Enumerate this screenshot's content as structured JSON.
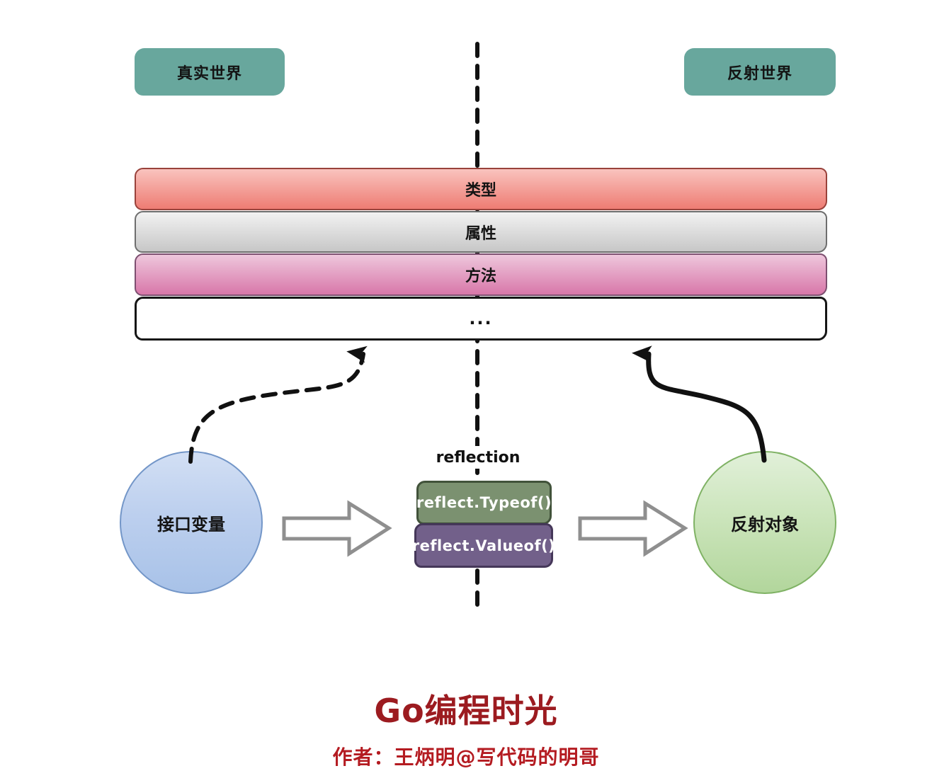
{
  "badges": {
    "left": {
      "label": "真实世界",
      "bg": "#68a79d"
    },
    "right": {
      "label": "反射世界",
      "bg": "#68a79d"
    }
  },
  "layers": [
    {
      "label": "类型",
      "color_top": "#f9c3be",
      "color_bottom": "#ee7c73",
      "border": "#99423b"
    },
    {
      "label": "属性",
      "color_top": "#f2f2f2",
      "color_bottom": "#c7c7c7",
      "border": "#6e6e6e"
    },
    {
      "label": "方法",
      "color_top": "#eec7dc",
      "color_bottom": "#d877a9",
      "border": "#7d4f70"
    },
    {
      "label": "...",
      "color_top": "#ffffff",
      "color_bottom": "#ffffff",
      "border": "#161616"
    }
  ],
  "nodes": {
    "interface_variable": {
      "label": "接口变量",
      "fill_top": "#d2dff4",
      "fill_bottom": "#a8c2e8",
      "border": "#7396c8"
    },
    "reflection_object": {
      "label": "反射对象",
      "fill_top": "#e1f0d9",
      "fill_bottom": "#b2d69c",
      "border": "#7fb264"
    }
  },
  "reflection": {
    "caption": "reflection",
    "functions": [
      {
        "label": "reflect.Typeof()",
        "bg": "#7b9170",
        "border": "#41523a"
      },
      {
        "label": "reflect.Valueof()",
        "bg": "#72608a",
        "border": "#453759"
      }
    ]
  },
  "footer": {
    "title": "Go编程时光",
    "title_color": "#9c1b20",
    "author": "作者：王炳明@写代码的明哥",
    "author_color": "#b41b21"
  }
}
